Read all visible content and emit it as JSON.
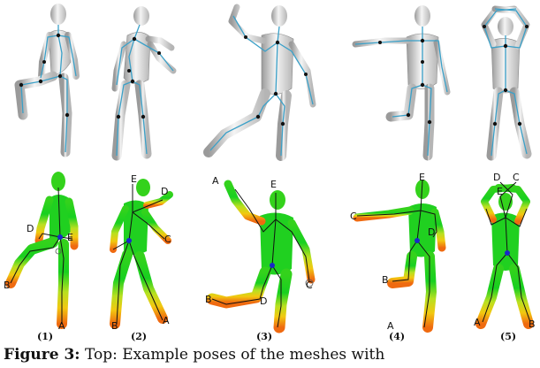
{
  "figure": {
    "panels": [
      {
        "label": "(1)",
        "joint_labels": [
          "D",
          "E",
          "B",
          "A"
        ]
      },
      {
        "label": "(2)",
        "joint_labels": [
          "E",
          "D",
          "C",
          "B",
          "A"
        ]
      },
      {
        "label": "(3)",
        "joint_labels": [
          "A",
          "E",
          "B",
          "D",
          "C"
        ]
      },
      {
        "label": "(4)",
        "joint_labels": [
          "E",
          "C",
          "D",
          "B",
          "A"
        ]
      },
      {
        "label": "(5)",
        "joint_labels": [
          "D",
          "C",
          "E",
          "A",
          "B"
        ]
      }
    ],
    "caption": {
      "figure_label": "Figure 3:",
      "text": "Top: Example poses of the meshes with"
    },
    "colors": {
      "skeleton_line": "#3aa0c8",
      "joint": "#111111",
      "map_high": "#10d010",
      "map_low": "#f07010",
      "centroid": "#1a28c8"
    }
  }
}
